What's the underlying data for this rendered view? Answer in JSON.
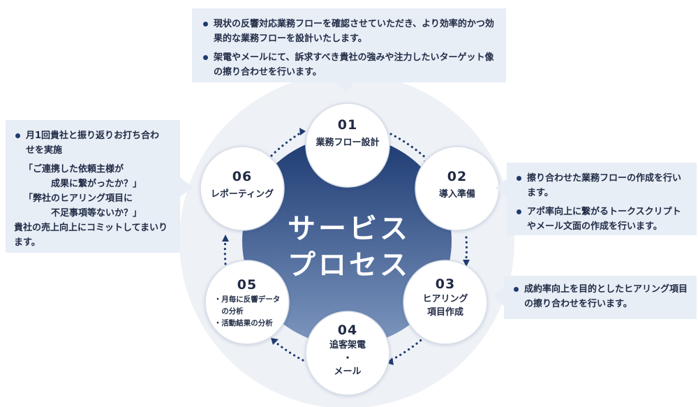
{
  "center": {
    "lines": [
      "サービス",
      "プロセス"
    ]
  },
  "steps": [
    {
      "num": "01",
      "title": [
        "業務フロー設計"
      ]
    },
    {
      "num": "02",
      "title": [
        "導入準備"
      ]
    },
    {
      "num": "03",
      "title": [
        "ヒアリング",
        "項目作成"
      ]
    },
    {
      "num": "04",
      "title": [
        "追客架電",
        "・",
        "メール"
      ]
    },
    {
      "num": "05",
      "bullets": [
        "・月毎に反響データ",
        "　の分析",
        "・活動結果の分析"
      ]
    },
    {
      "num": "06",
      "title": [
        "レポーティング"
      ]
    }
  ],
  "callouts": {
    "top": {
      "bullets": [
        "現状の反響対応業務フローを確認させていただき、より効率的かつ効果的な業務フローを設計いたします。",
        "架電やメールにて、訴求すべき貴社の強みや注力したいターゲット像の擦り合わせを行います。"
      ]
    },
    "left": {
      "bullet": "月1回貴社と振り返りお打ち合わせを実施",
      "quotes": [
        "「ご連携した依頼主様が",
        "　　　成果に繋がったか？」",
        "「弊社のヒアリング項目に",
        "　　　不足事項等ないか？」"
      ],
      "closing": "貴社の売上向上にコミットしてまいります。"
    },
    "right_upper": {
      "bullets": [
        "擦り合わせた業務フローの作成を行います。",
        "アポ率向上に繋がるトークスクリプトやメール文面の作成を行います。"
      ]
    },
    "right_lower": {
      "bullets": [
        "成約率向上を目的としたヒアリング項目の擦り合わせを行います。"
      ]
    }
  },
  "colors": {
    "navy": "#1f3b6e",
    "center_top": "#1d3a72",
    "center_bottom": "#7d97bf",
    "halo": "#eef1f6",
    "callout_bg": "#e8eef6",
    "circle_border": "#d7dde7"
  }
}
